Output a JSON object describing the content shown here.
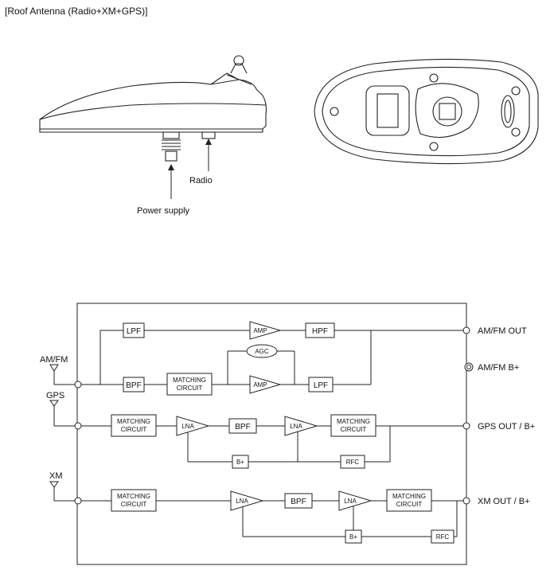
{
  "title": "[Roof Antenna (Radio+XM+GPS)]",
  "photo_labels": {
    "radio": "Radio",
    "power_supply": "Power supply"
  },
  "inputs": {
    "amfm": "AM/FM",
    "gps": "GPS",
    "xm": "XM"
  },
  "outputs": {
    "amfm_out": "AM/FM OUT",
    "amfm_bplus": "AM/FM B+",
    "gps_out": "GPS OUT / B+",
    "xm_out": "XM OUT / B+"
  },
  "blocks": {
    "lpf": "LPF",
    "bpf": "BPF",
    "hpf": "HPF",
    "amp": "AMP",
    "agc": "AGC",
    "lna": "LNA",
    "bplus": "B+",
    "rfc": "RFC",
    "matching_line1": "MATCHING",
    "matching_line2": "CIRCUIT"
  }
}
